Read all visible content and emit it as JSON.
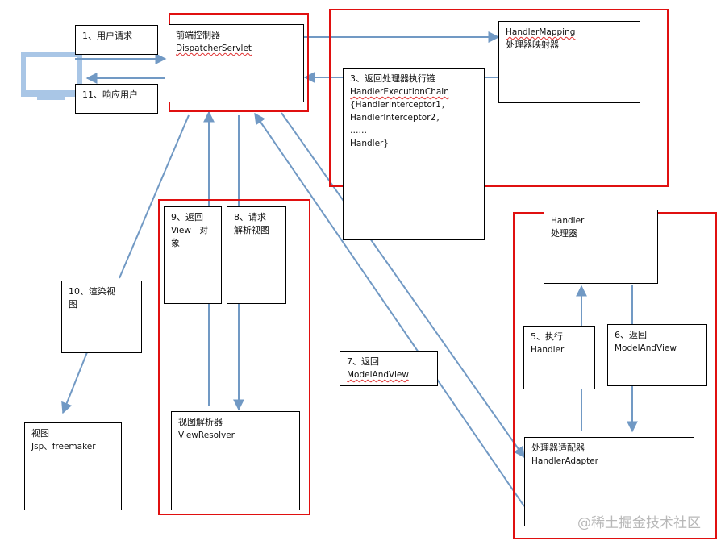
{
  "user_request": "1、用户请求",
  "user_response": "11、响应用户",
  "dispatcher": {
    "cn": "前端控制器",
    "en": "DispatcherServlet"
  },
  "handler_mapping": {
    "en": "HandlerMapping",
    "cn": "处理器映射器"
  },
  "execution_chain": {
    "title": "3、返回处理器执行链",
    "lines": [
      "HandlerExecutionChain",
      "{HandlerInterceptor1，",
      "HandlerInterceptor2，",
      "……",
      "Handler}"
    ]
  },
  "step9": {
    "l1": "9、返回",
    "l2": "View　对",
    "l3": "象"
  },
  "step8": {
    "l1": "8、请求",
    "l2": "解析视图"
  },
  "view_resolver": {
    "cn": "视图解析器",
    "en": "ViewResolver"
  },
  "step10": {
    "l1": "10、渲染视",
    "l2": "图"
  },
  "view": {
    "cn": "视图",
    "en": "Jsp、freemaker"
  },
  "step7": {
    "l1": "7、返回",
    "l2": "ModelAndView"
  },
  "handler": {
    "en": "Handler",
    "cn": "处理器"
  },
  "step5": {
    "l1": "5、执行",
    "l2": "Handler"
  },
  "step6": {
    "l1": "6、返回",
    "l2": "ModelAndView"
  },
  "adapter": {
    "cn": "处理器适配器",
    "en": "HandlerAdapter"
  },
  "watermark": "@稀土掘金技术社区",
  "colors": {
    "arrow": "#7199c4",
    "highlight": "#e01010",
    "monitor": "#a9c6e6"
  }
}
